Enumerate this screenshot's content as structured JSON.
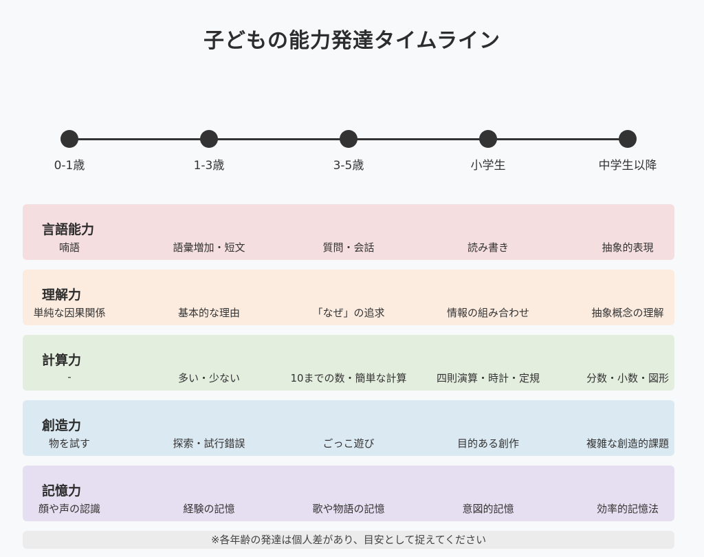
{
  "title": "子どもの能力発達タイムライン",
  "timeline": [
    "0-1歳",
    "1-3歳",
    "3-5歳",
    "小学生",
    "中学生以降"
  ],
  "categories": [
    {
      "name": "言語能力",
      "color": "#f5dedf",
      "items": [
        "喃語",
        "語彙増加・短文",
        "質問・会話",
        "読み書き",
        "抽象的表現"
      ]
    },
    {
      "name": "理解力",
      "color": "#fcece0",
      "items": [
        "単純な因果関係",
        "基本的な理由",
        "「なぜ」の追求",
        "情報の組み合わせ",
        "抽象概念の理解"
      ]
    },
    {
      "name": "計算力",
      "color": "#e4eedf",
      "items": [
        "-",
        "多い・少ない",
        "10までの数・簡単な計算",
        "四則演算・時計・定規",
        "分数・小数・図形"
      ]
    },
    {
      "name": "創造力",
      "color": "#dbe9f2",
      "items": [
        "物を試す",
        "探索・試行錯誤",
        "ごっこ遊び",
        "目的ある創作",
        "複雑な創造的課題"
      ]
    },
    {
      "name": "記憶力",
      "color": "#e6dff1",
      "items": [
        "顔や声の認識",
        "経験の記憶",
        "歌や物語の記憶",
        "意図的記憶",
        "効率的記憶法"
      ]
    }
  ],
  "note": "※各年齢の発達は個人差があり、目安として捉えてください"
}
